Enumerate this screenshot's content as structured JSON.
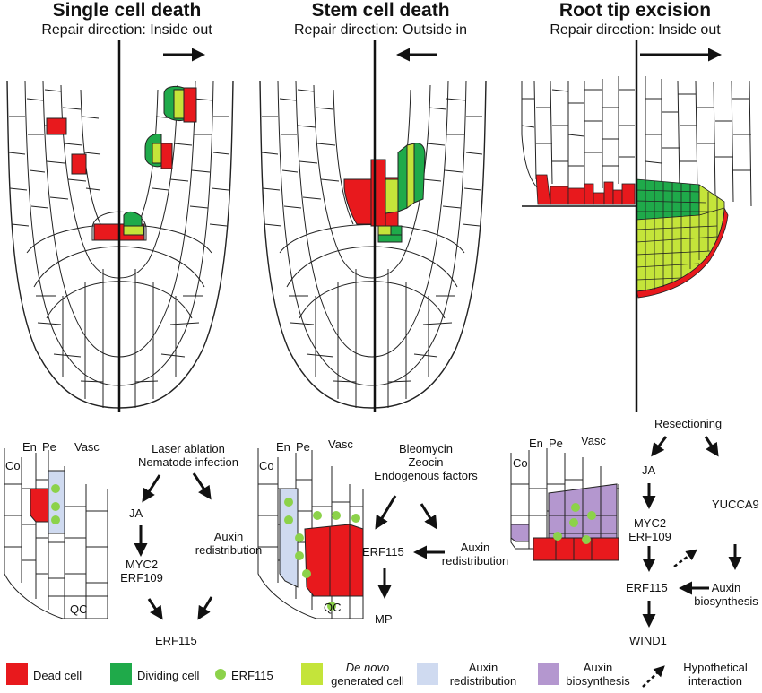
{
  "colors": {
    "dead": "#e8191d",
    "dividing": "#1faa4a",
    "erf115": "#8cd24a",
    "de_novo": "#c4e43a",
    "auxin_redistribution": "#cfdaf0",
    "auxin_biosynthesis": "#b497cf",
    "line": "#1a1a1a"
  },
  "panels": [
    {
      "title": "Single cell death",
      "subtitle": "Repair direction: Inside out",
      "arrow": "right"
    },
    {
      "title": "Stem cell death",
      "subtitle": "Repair direction: Outside in",
      "arrow": "left"
    },
    {
      "title": "Root tip excision",
      "subtitle": "Repair direction: Inside out",
      "arrow": "right"
    }
  ],
  "zoom_labels": {
    "co": "Co",
    "en": "En",
    "pe": "Pe",
    "vasc": "Vasc",
    "qc": "QC"
  },
  "pathway1": {
    "trigger1": "Laser ablation",
    "trigger2": "Nematode infection",
    "ja": "JA",
    "auxin1": "Auxin",
    "auxin2": "redistribution",
    "myc2": "MYC2",
    "erf109": "ERF109",
    "erf115": "ERF115"
  },
  "pathway2": {
    "trigger1": "Bleomycin",
    "trigger2": "Zeocin",
    "trigger3": "Endogenous factors",
    "erf115": "ERF115",
    "auxin1": "Auxin",
    "auxin2": "redistribution",
    "mp": "MP"
  },
  "pathway3": {
    "resectioning": "Resectioning",
    "ja": "JA",
    "yucca9": "YUCCA9",
    "myc2": "MYC2",
    "erf109": "ERF109",
    "erf115": "ERF115",
    "auxin1": "Auxin",
    "auxin2": "biosynthesis",
    "wind1": "WIND1"
  },
  "legend": {
    "dead": "Dead cell",
    "dividing": "Dividing cell",
    "erf115": "ERF115",
    "de_novo_1": "De novo",
    "de_novo_2": "generated cell",
    "auxin_redist_1": "Auxin",
    "auxin_redist_2": "redistribution",
    "auxin_bio_1": "Auxin",
    "auxin_bio_2": "biosynthesis",
    "hypo_1": "Hypothetical",
    "hypo_2": "interaction"
  }
}
